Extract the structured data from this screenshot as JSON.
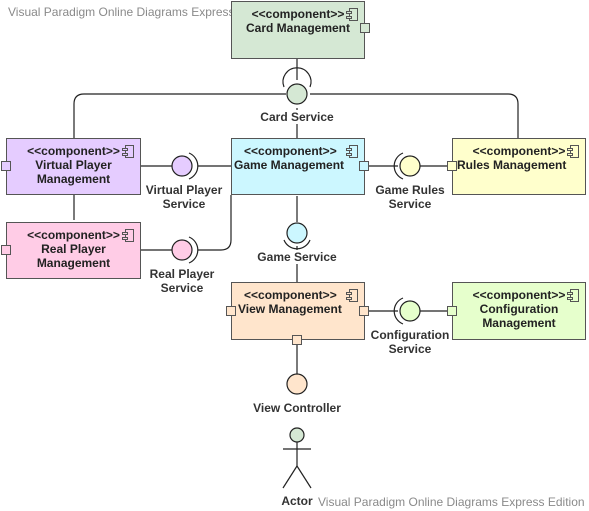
{
  "watermark": "Visual Paradigm Online Diagrams Express Edition",
  "stereotype": "<<component>>",
  "colors": {
    "card": "#d5e8d4",
    "virtual": "#e5ccff",
    "real": "#ffcce6",
    "game": "#ccf7ff",
    "rules": "#ffffcc",
    "view": "#ffe5cc",
    "config": "#e6ffcc",
    "stroke": "#555555"
  },
  "components": {
    "card": "Card Management",
    "virtual_player": "Virtual Player\nManagement",
    "game": "Game Management",
    "rules": "Rules Management",
    "real_player": "Real Player\nManagement",
    "view": "View Management",
    "config": "Configuration\nManagement"
  },
  "interfaces": {
    "card_service": "Card Service",
    "virtual_player_service": "Virtual Player\nService",
    "game_rules_service": "Game Rules\nService",
    "game_service": "Game Service",
    "real_player_service": "Real Player\nService",
    "configuration_service": "Configuration\nService",
    "view_controller": "View Controller"
  },
  "actor": "Actor"
}
